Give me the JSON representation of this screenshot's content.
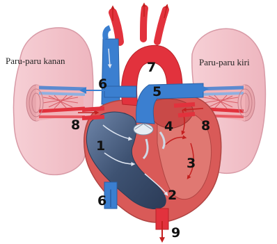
{
  "labels": {
    "right_lung": "Paru-paru kanan",
    "left_lung": "Paru-paru kiri"
  },
  "numbers": {
    "n1": "1",
    "n2": "2",
    "n3": "3",
    "n4": "4",
    "n5": "5",
    "n6_top": "6",
    "n6_bottom": "6",
    "n7": "7",
    "n8_left": "8",
    "n8_right": "8",
    "n9": "9"
  },
  "colors": {
    "lung": "#f3c2c9",
    "lung_edge": "#d89aa6",
    "oxygenated": "#e2323d",
    "deoxygenated": "#3b7fd0",
    "heart_wall": "#d95a58",
    "heart_inner": "#e07872",
    "chamber_dark": "#3e5272"
  }
}
